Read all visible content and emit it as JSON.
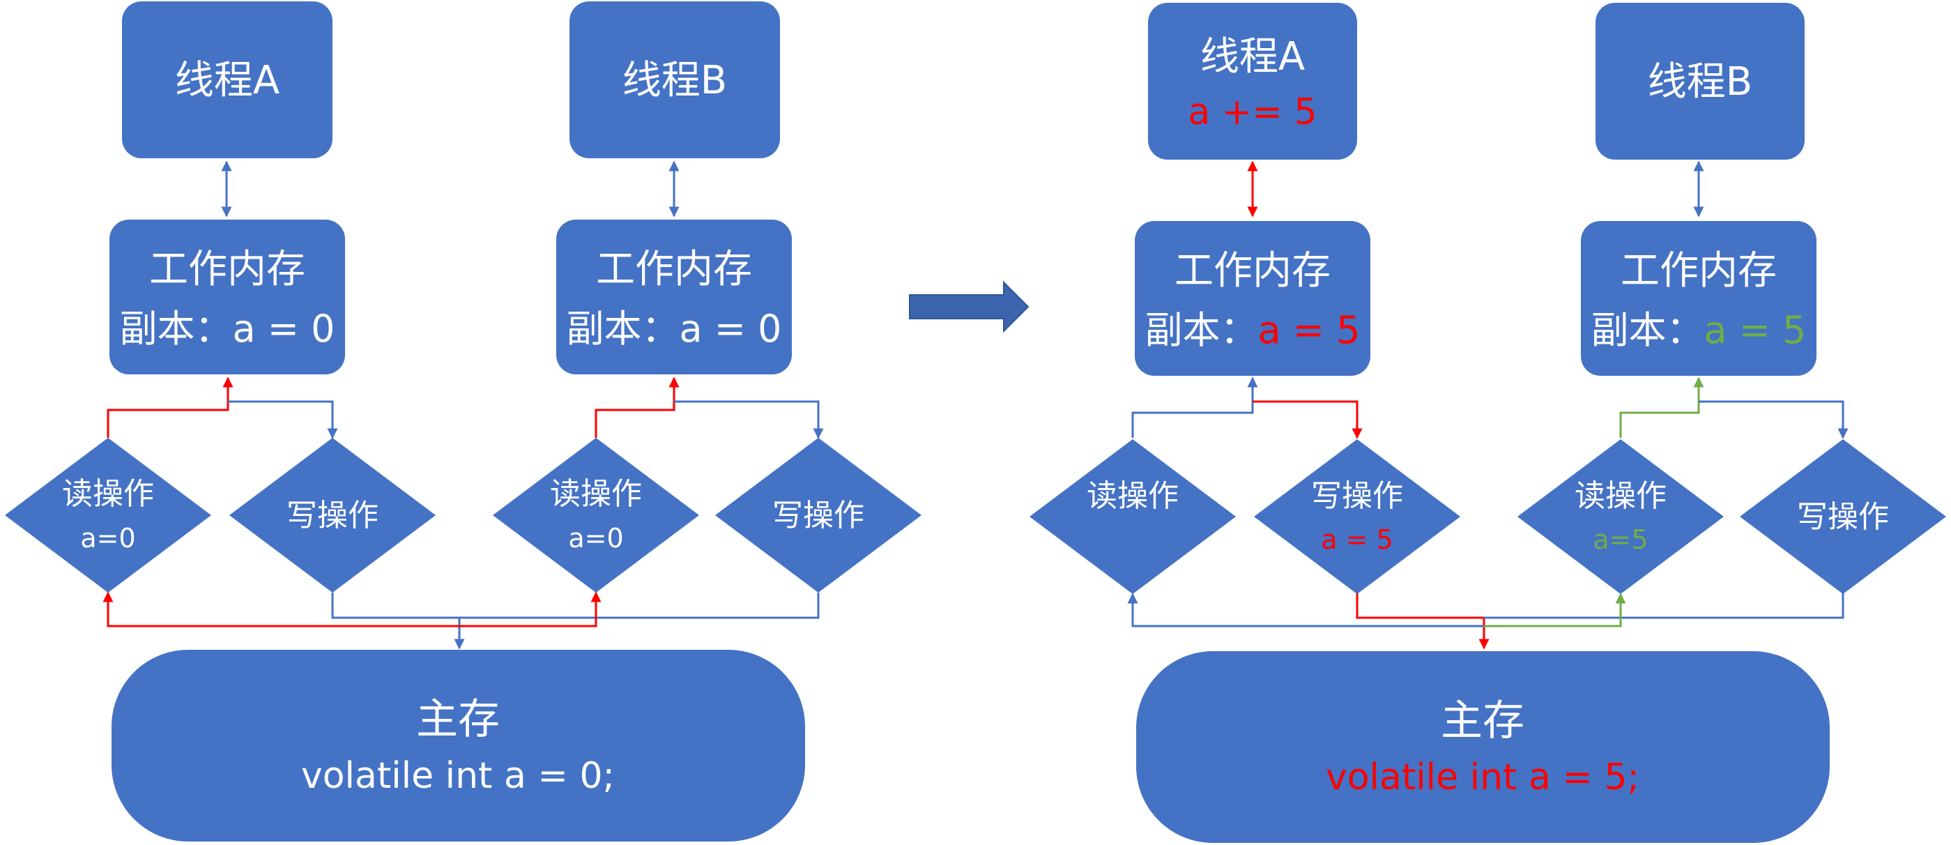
{
  "colors": {
    "box_fill": "#4472C4",
    "text_white": "#FFFFFF",
    "highlight_red": "#FF0000",
    "highlight_green": "#70AD47",
    "line_blue": "#4472C4",
    "line_red": "#FF0000",
    "line_green": "#70AD47"
  },
  "left": {
    "thread_a": {
      "title": "线程A"
    },
    "thread_b": {
      "title": "线程B"
    },
    "work_mem_a": {
      "title": "工作内存",
      "copy_prefix": "副本：",
      "copy_value": "a = 0"
    },
    "work_mem_b": {
      "title": "工作内存",
      "copy_prefix": "副本：",
      "copy_value": "a = 0"
    },
    "read_a": {
      "label": "读操作",
      "value": "a=0"
    },
    "write_a": {
      "label": "写操作"
    },
    "read_b": {
      "label": "读操作",
      "value": "a=0"
    },
    "write_b": {
      "label": "写操作"
    },
    "main_mem": {
      "title": "主存",
      "code": "volatile int a = 0;"
    }
  },
  "right": {
    "thread_a": {
      "title": "线程A",
      "op": "a += 5"
    },
    "thread_b": {
      "title": "线程B"
    },
    "work_mem_a": {
      "title": "工作内存",
      "copy_prefix": "副本：",
      "copy_value": "a = 5"
    },
    "work_mem_b": {
      "title": "工作内存",
      "copy_prefix": "副本：",
      "copy_value": "a = 5"
    },
    "read_a": {
      "label": "读操作"
    },
    "write_a": {
      "label": "写操作",
      "value": "a = 5"
    },
    "read_b": {
      "label": "读操作",
      "value": "a=5"
    },
    "write_b": {
      "label": "写操作"
    },
    "main_mem": {
      "title": "主存",
      "code": "volatile int a = 5;"
    }
  },
  "transition_arrow": {
    "icon": "right-arrow-icon"
  }
}
